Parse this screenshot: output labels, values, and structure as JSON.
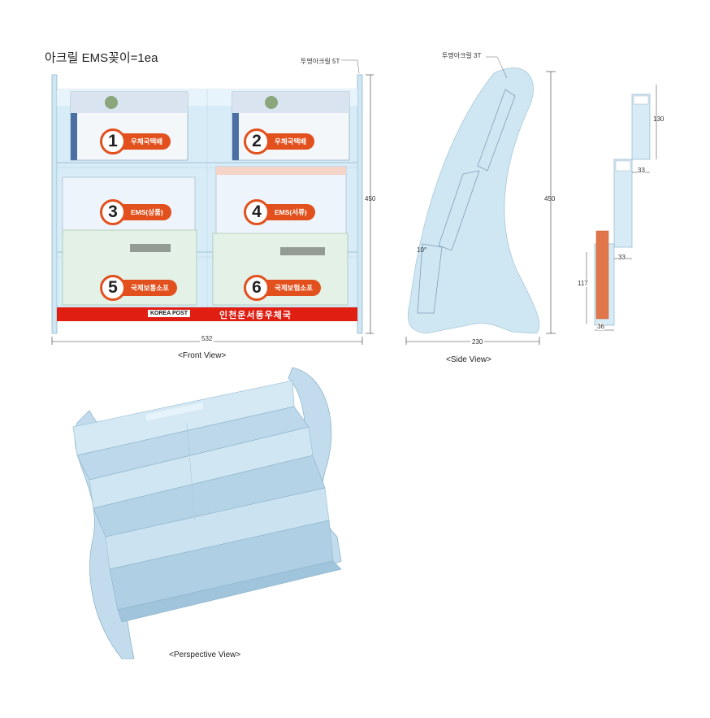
{
  "title": "아크릴 EMS꽂이=1ea",
  "front_view": {
    "caption": "<Front View>",
    "material_note": "투명아크릴 5T",
    "width_dim": "532",
    "height_dim": "450",
    "slots": [
      {
        "num": "1",
        "label": "우체국택배"
      },
      {
        "num": "2",
        "label": "우체국택배"
      },
      {
        "num": "3",
        "label": "EMS(상품)"
      },
      {
        "num": "4",
        "label": "EMS(서류)"
      },
      {
        "num": "5",
        "label": "국제보통소포"
      },
      {
        "num": "6",
        "label": "국제보험소포"
      }
    ],
    "banner_brand": "KOREA POST",
    "banner_office": "인천운서동우체국"
  },
  "side_view": {
    "caption": "<Side View>",
    "material_note": "투명아크릴 3T",
    "height_dim": "450",
    "width_dim": "230",
    "angle": "10°"
  },
  "detail_view": {
    "dims": {
      "top_height": "130",
      "top_depth": "33",
      "mid_depth": "33",
      "bottom_height": "117",
      "bottom_depth": "36"
    }
  },
  "perspective_view": {
    "caption": "<Perspective View>"
  },
  "colors": {
    "acrylic": "#cfe6f3",
    "acrylic_edge": "#8fb6cc",
    "accent_orange": "#e2501d",
    "banner_red": "#e01e12"
  }
}
